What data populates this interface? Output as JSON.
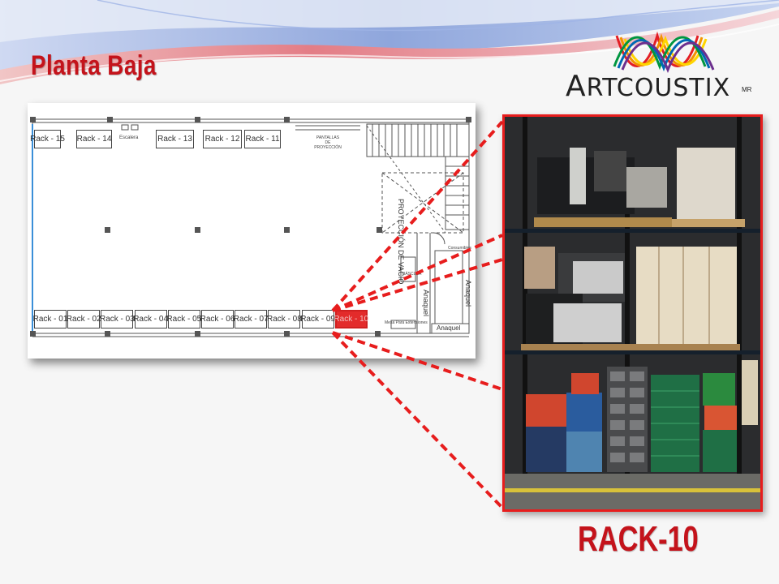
{
  "slide": {
    "title": "Planta Baja",
    "caption": "RACK-10",
    "accent_color": "#c4131b",
    "highlight_color": "#e71d1d"
  },
  "logo": {
    "brand_big_a": "A",
    "brand_rest": "RTCOUSTIX",
    "superscript": "MR",
    "wave_colors": [
      "#e31e24",
      "#f39200",
      "#ffd500",
      "#009640",
      "#0069b4",
      "#6c2f8e"
    ]
  },
  "floor_plan": {
    "top_racks": [
      "Rack - 15",
      "Rack - 14",
      "Rack - 13",
      "Rack - 12",
      "Rack - 11"
    ],
    "bottom_racks": [
      "Rack - 01",
      "Rack - 02",
      "Rack - 03",
      "Rack - 04",
      "Rack - 05",
      "Rack - 06",
      "Rack - 07",
      "Rack - 08",
      "Rack - 09",
      "Rack - 10"
    ],
    "active_rack": "Rack - 10",
    "labels": {
      "stairs": "Escalera",
      "projection_screens": "PANTALLAS\nDE\nPROYECCIÓN",
      "void_projection": "PROYECCIÓN DE VACÍO",
      "shelf_vertical_1": "Anaquel",
      "shelf_vertical_2": "Anaquel",
      "shelf_bottom": "Anaquel",
      "scale": "BÁSCULA",
      "consumables": "Consumibles",
      "extension_box": "Mesa Para Extensiones"
    }
  }
}
